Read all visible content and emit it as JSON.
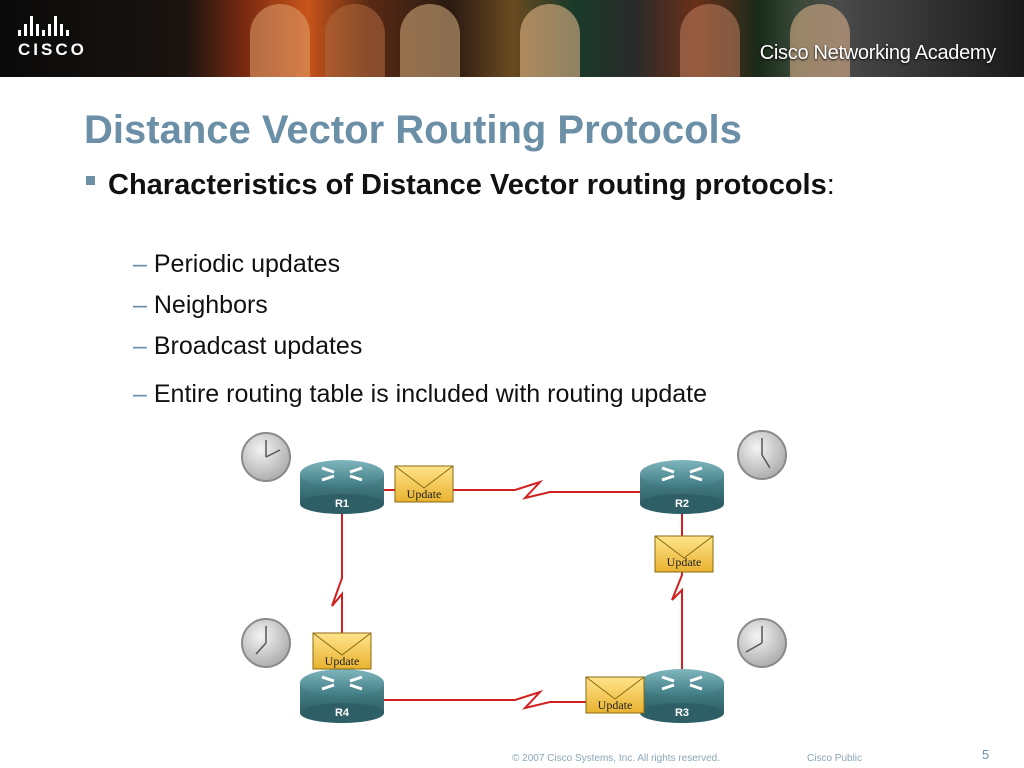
{
  "header": {
    "logo_text": "CISCO",
    "academy_text": "Cisco Networking Academy"
  },
  "slide": {
    "title": "Distance Vector Routing Protocols",
    "bullet_bold": "Characteristics of Distance Vector routing protocols",
    "bullet_colon": ":",
    "subitems": [
      "Periodic updates",
      "Neighbors",
      "Broadcast updates",
      "Entire routing table is included with routing update"
    ],
    "dash": "–"
  },
  "diagram": {
    "routers": [
      "R1",
      "R2",
      "R3",
      "R4"
    ],
    "update_label": "Update",
    "colors": {
      "link": "#d21f1f",
      "router": "#4f8a92",
      "envelope": "#f2c84a",
      "clock": "#b8b8b8"
    }
  },
  "footer": {
    "copyright": "© 2007 Cisco Systems, Inc. All rights reserved.",
    "classification": "Cisco Public",
    "page_number": "5"
  }
}
